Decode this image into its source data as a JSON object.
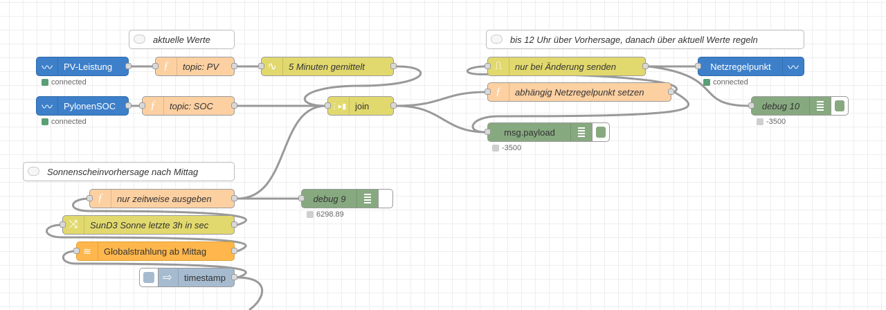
{
  "comments": {
    "aktuelle": "aktuelle Werte",
    "vorhersage": "bis 12 Uhr über Vorhersage, danach über aktuell Werte regeln",
    "sonne": "Sonnenscheinvorhersage nach Mittag"
  },
  "nodes": {
    "pv_leistung": {
      "label": "PV-Leistung",
      "status": "connected",
      "icon": "victron-wave-icon"
    },
    "pylonen_soc": {
      "label": "PylonenSOC",
      "status": "connected",
      "icon": "victron-wave-icon"
    },
    "topic_pv": {
      "label": "topic: PV",
      "icon": "function-icon"
    },
    "topic_soc": {
      "label": "topic: SOC",
      "icon": "function-icon"
    },
    "gemittelt": {
      "label": "5 Minuten gemittelt",
      "icon": "smooth-wave-icon"
    },
    "join": {
      "label": "join",
      "icon": "join-icon"
    },
    "rbe": {
      "label": "nur bei Änderung senden",
      "icon": "rbe-icon"
    },
    "netzregelpunkt_fn": {
      "label": "abhängig Netzregelpunkt setzen",
      "icon": "function-icon"
    },
    "netzregelpunkt_out": {
      "label": "Netzregelpunkt",
      "status": "connected",
      "icon": "victron-wave-icon"
    },
    "debug10": {
      "label": "debug 10",
      "status": "-3500",
      "icon": "debug-list-icon"
    },
    "msg_payload": {
      "label": "msg.payload",
      "status": "-3500",
      "icon": "debug-list-icon"
    },
    "zeitweise": {
      "label": "nur zeitweise ausgeben",
      "icon": "function-icon"
    },
    "debug9": {
      "label": "debug 9",
      "status": "6298.89",
      "icon": "debug-list-icon"
    },
    "sund3": {
      "label": "SunD3 Sonne letzte 3h in sec",
      "icon": "change-shuffle-icon"
    },
    "globalstrahlung": {
      "label": "Globalstrahlung ab Mittag",
      "icon": "wifi-signal-icon"
    },
    "timestamp": {
      "label": "timestamp",
      "icon": "inject-arrow-icon"
    }
  },
  "colors": {
    "victron": "#3d7fc9",
    "function": "#fdd0a2",
    "change": "#e2d96e",
    "join": "#e2d96e",
    "debug": "#87a980",
    "inject": "#a6bbcf",
    "weather": "#ffb74d",
    "status_connected": "#5a9f75",
    "wire": "#999999"
  }
}
